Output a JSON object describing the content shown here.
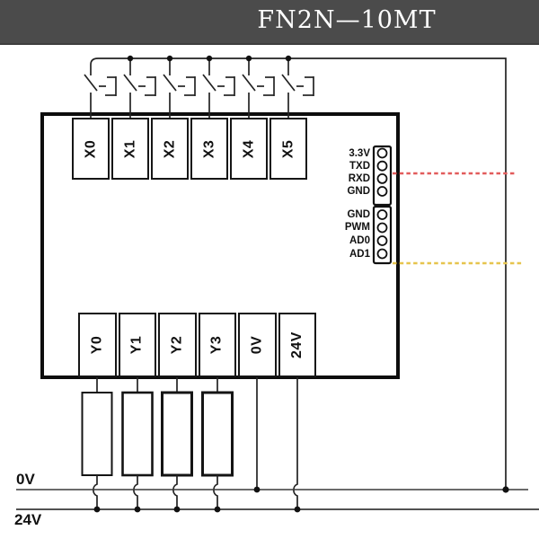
{
  "header": {
    "title": "FN2N—10MT"
  },
  "board": {
    "input_terminals": [
      "X0",
      "X1",
      "X2",
      "X3",
      "X4",
      "X5"
    ],
    "output_terminals": [
      "Y0",
      "Y1",
      "Y2",
      "Y3",
      "0V",
      "24V"
    ],
    "serial_pins": [
      "3.3V",
      "TXD",
      "RXD",
      "GND"
    ],
    "aux_pins": [
      "GND",
      "PWM",
      "AD0",
      "AD1"
    ]
  },
  "power_rails": {
    "zero_volt_label": "0V",
    "twenty_four_volt_label": "24V"
  },
  "symbols": {
    "input_switch": "normally-open-switch-icon",
    "output_load": "load-resistor-icon",
    "pin": "pin-circle-icon",
    "junction": "junction-dot-icon"
  },
  "colors": {
    "header_bg": "#4b4b4b",
    "header_text": "#ffffff",
    "wire": "#232323",
    "rxd_wire_dashed": "#e25c5c",
    "ad1_wire_dashed": "#e6c44d"
  }
}
